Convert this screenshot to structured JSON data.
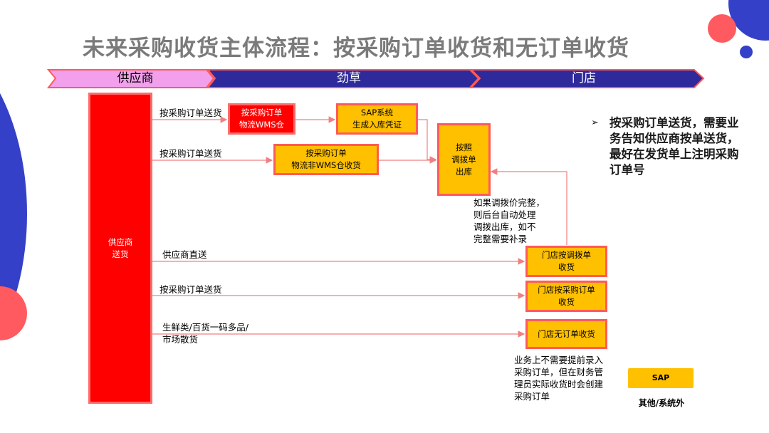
{
  "title": "未来采购收货主体流程：按采购订单收货和无订单收货",
  "lanes": [
    "供应商",
    "劲草",
    "门店"
  ],
  "colors": {
    "red": "#ff0000",
    "yellow": "#ffc000",
    "border": "#ff5a5a",
    "line": "#f08080",
    "lane_blue": "#2e2a9c",
    "lane_pink": "#f2a0ec"
  },
  "boxes": {
    "supplier": "供应商\n送货",
    "wms": "按采购订单\n物流WMS仓",
    "sap_gr": "SAP系统\n生成入库凭证",
    "non_wms": "按采购订单\n物流非WMS仓收货",
    "transfer_out": "按照\n调拨单\n出库",
    "store_transfer": "门店按调拨单\n收货",
    "store_po": "门店按采购订单\n收货",
    "store_nopo": "门店无订单收货"
  },
  "flows": {
    "f1": "按采购订单送货",
    "f2": "按采购订单送货",
    "f3": "供应商直送",
    "f4": "按采购订单送货",
    "f5": "生鲜类/百货一码多品/\n市场散货"
  },
  "notes": {
    "transfer": "如果调拨价完整，\n则后台自动处理\n调拨出库，如不\n完整需要补录",
    "nopo": "业务上不需要提前录入\n采购订单，但在财务管\n理员实际收货时会创建\n采购订单"
  },
  "bullet": "按采购订单送货，需要业务告知供应商按单送货，最好在发货单上注明采购订单号",
  "legend": {
    "box": "SAP",
    "label": "其他/系统外"
  }
}
